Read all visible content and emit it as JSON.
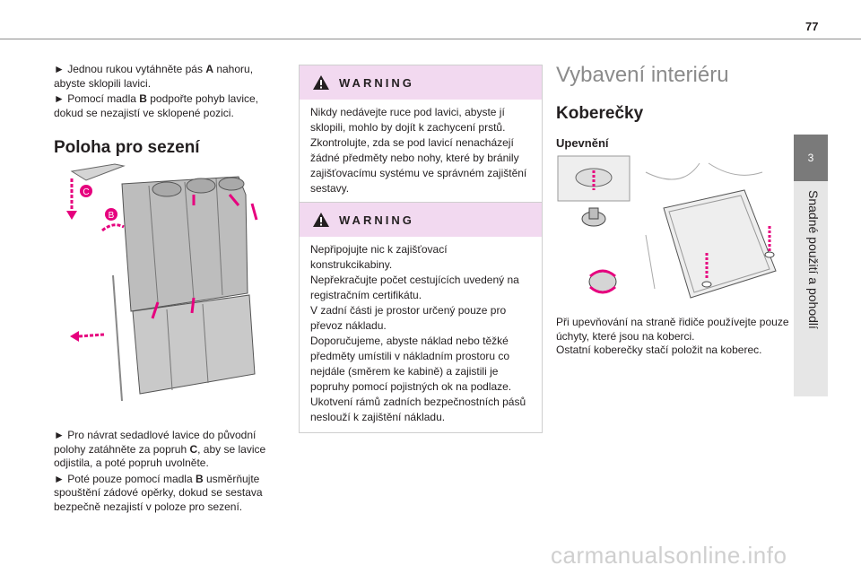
{
  "page_number": "77",
  "side_tab": {
    "chapter": "3",
    "label": "Snadné použití a pohodlí"
  },
  "col1": {
    "p1_pre": "► Jednou rukou vytáhněte pás ",
    "p1_bold": "A",
    "p1_post": " nahoru, abyste sklopili lavici.",
    "p2_pre": "► Pomocí madla ",
    "p2_bold": "B",
    "p2_post": " podpořte pohyb lavice, dokud se nezajistí ve sklopené pozici.",
    "heading": "Poloha pro sezení",
    "p3_pre": "► Pro návrat sedadlové lavice do původní polohy zatáhněte za popruh ",
    "p3_bold": "C",
    "p3_post": ", aby se lavice odjistila, a poté popruh uvolněte.",
    "p4_pre": "► Poté pouze pomocí madla ",
    "p4_bold": "B",
    "p4_post": " usměrňujte spouštění zádové opěrky, dokud se sestava bezpečně nezajistí v poloze pro sezení.",
    "figure_labels": {
      "c": "C",
      "b": "B"
    }
  },
  "warnings": [
    {
      "title": "WARNING",
      "lines": [
        "Nikdy nedávejte ruce pod lavici, abyste jí sklopili, mohlo by dojít k zachycení prstů.",
        "Zkontrolujte, zda se pod lavicí nenacházejí žádné předměty nebo nohy, které by bránily zajišťovacímu systému ve správném zajištění sestavy."
      ]
    },
    {
      "title": "WARNING",
      "lines": [
        "Nepřipojujte nic k zajišťovací konstrukcikabiny.",
        "Nepřekračujte počet cestujících uvedený na registračním certifikátu.",
        "V zadní části je prostor určený pouze pro převoz nákladu.",
        "Doporučujeme, abyste náklad nebo těžké předměty umístili v nákladním prostoru co nejdále (směrem ke kabině) a zajistili je popruhy pomocí pojistných ok na podlaze.",
        "Ukotvení rámů zadních bezpečnostních pásů neslouží k zajištění nákladu."
      ]
    }
  ],
  "col3": {
    "title": "Vybavení interiéru",
    "heading": "Koberečky",
    "subheading": "Upevnění",
    "paragraph_1": "Při upevňování na straně řidiče používejte pouze úchyty, které jsou na koberci.",
    "paragraph_2": "Ostatní koberečky stačí položit na koberec."
  },
  "colors": {
    "accent": "#e6007e",
    "warning_header": "#f2d9f0",
    "tab": "#7a7a7a"
  },
  "watermark": "carmanualsonline.info"
}
